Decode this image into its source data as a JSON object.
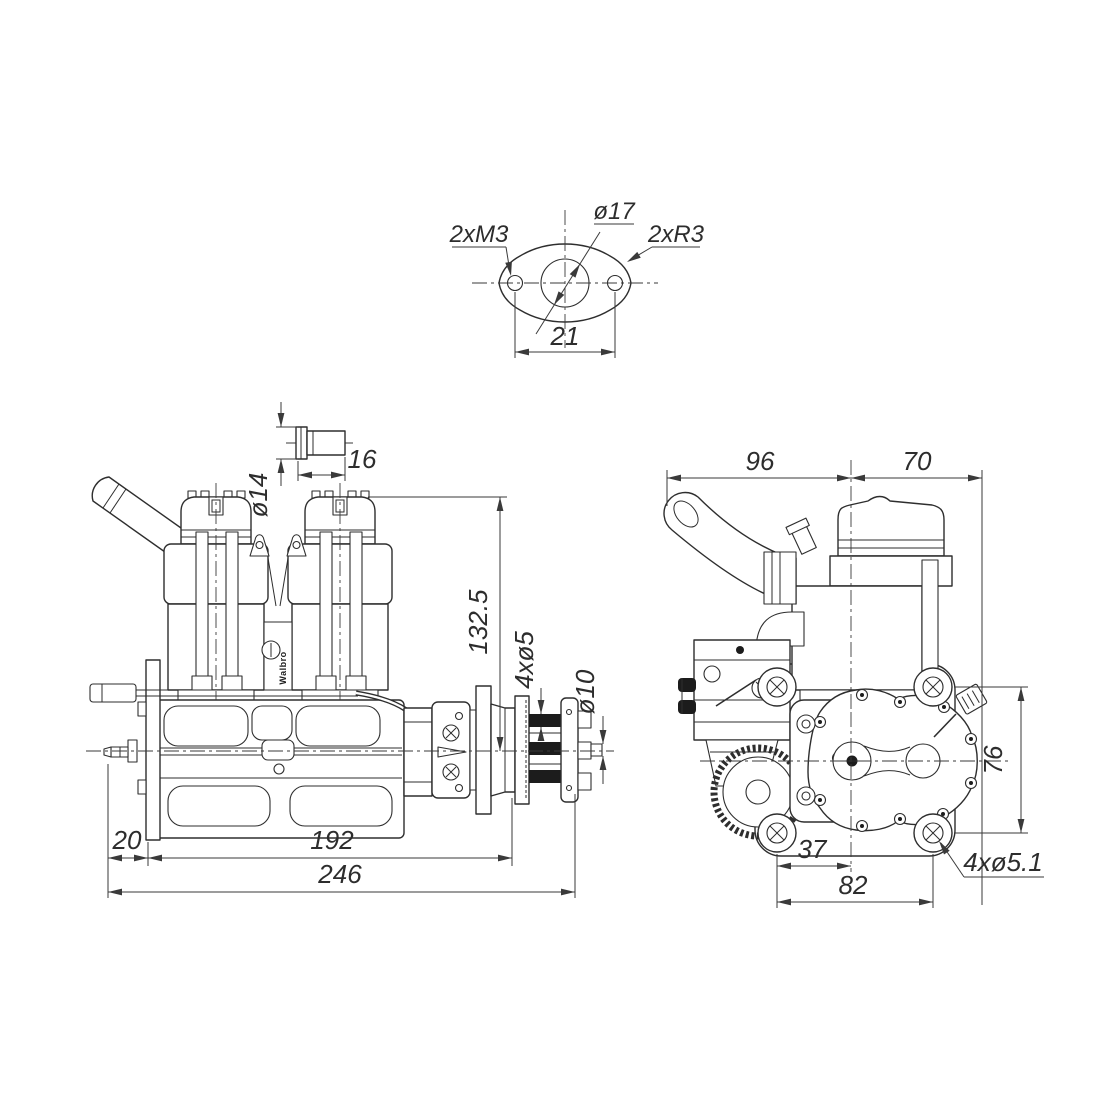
{
  "title": "twin-cylinder engine three-view dimensional drawing",
  "colors": {
    "background": "#ffffff",
    "line": "#2e2e2e",
    "dimension": "#3a3a3a"
  },
  "views": {
    "flange": {
      "label_holes": "2xM3",
      "label_bore": "ø17",
      "label_radius": "2xR3",
      "dim_spacing": "21"
    },
    "side": {
      "dim_stub_len": "16",
      "dim_stub_dia": "ø14",
      "dim_height": "132.5",
      "dim_prop_bolts": "4xø5",
      "dim_shaft": "ø10",
      "dim_front": "20",
      "dim_case": "192",
      "dim_overall": "246",
      "carb_brand": "Walbro"
    },
    "front": {
      "dim_left": "96",
      "dim_right": "70",
      "dim_hole_v": "76",
      "dim_hole_c": "37",
      "dim_hole_h": "82",
      "dim_holes": "4xø5.1"
    }
  }
}
